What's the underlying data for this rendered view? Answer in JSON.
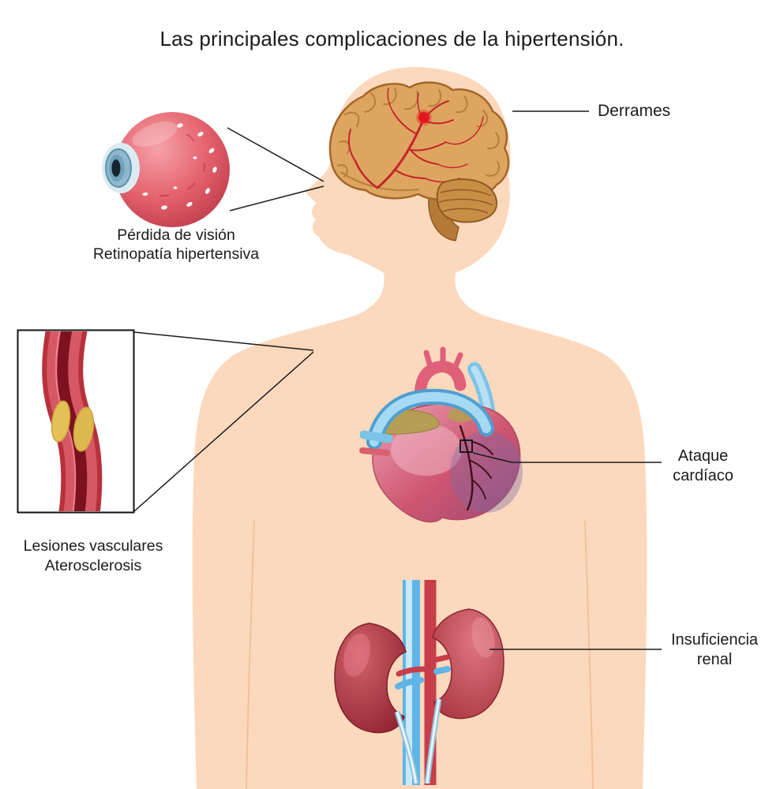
{
  "title": "Las principales complicaciones de la hipertensión.",
  "labels": {
    "stroke": {
      "text": "Derrames"
    },
    "vision": {
      "line1": "Pérdida de visión",
      "line2": "Retinopatía hipertensiva"
    },
    "vascular": {
      "line1": "Lesiones vasculares",
      "line2": "Aterosclerosis"
    },
    "heart_attack": {
      "line1": "Ataque",
      "line2": "cardíaco"
    },
    "kidney_failure": {
      "line1": "Insuficiencia",
      "line2": "renal"
    }
  },
  "figures": {
    "body": "body-silhouette",
    "brain": "brain-with-hemorrhage-spot",
    "eye": "eye-hypertensive-retinopathy",
    "vessel": "artery-with-atherosclerosis-plaque",
    "heart": "heart-with-infarct-marker",
    "kidneys": "kidneys-with-vessels"
  },
  "colors": {
    "background": "#ffffff",
    "skin": "#fcd9bc",
    "text": "#1b1b1b",
    "brain_tan": "#dda55f",
    "vessel_red": "#c4242b",
    "plaque_yellow": "#e5c155",
    "vein_blue": "#5fb5e5",
    "heart_pink": "#cf5570",
    "kidney_red": "#b5373f"
  }
}
